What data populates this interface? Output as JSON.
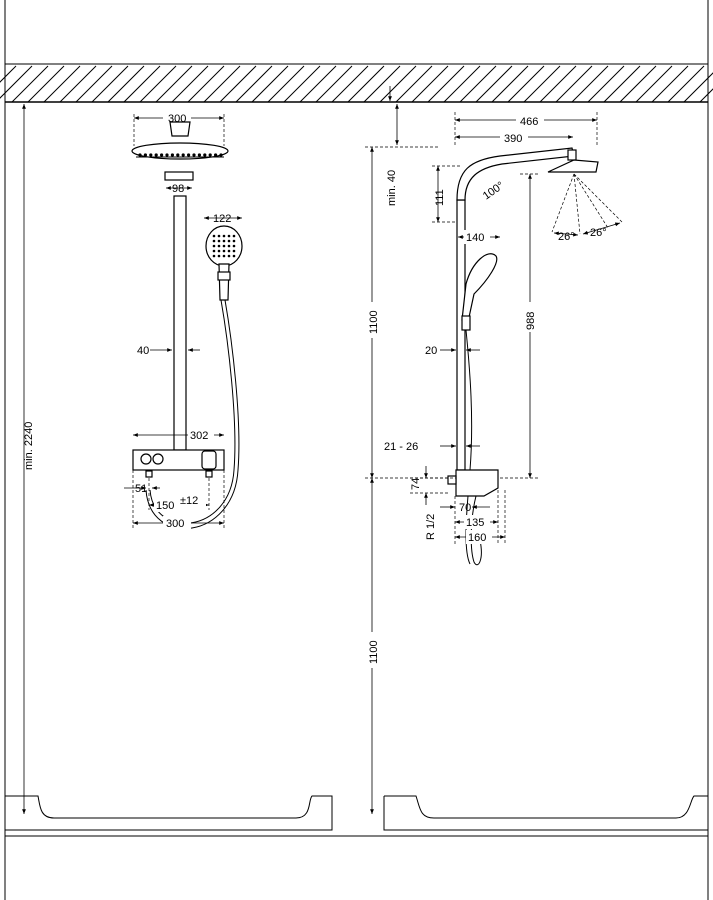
{
  "front_view": {
    "overhead_width": "300",
    "arm_width": "98",
    "handshower_width": "122",
    "pipe_offset": "40",
    "thermostat_width": "302",
    "inlet_offset": "51",
    "inlet_spacing": "150",
    "inlet_tolerance": "±12",
    "hose_span": "300",
    "total_height": "min. 2240"
  },
  "side_view": {
    "projection": "466",
    "arm_length": "390",
    "ceiling_gap": "min. 40",
    "arm_drop": "111",
    "arm_angle": "100°",
    "tilt_angle_1": "26°",
    "tilt_angle_2": "26°",
    "handshower_width": "140",
    "upper_height": "1100",
    "height_988": "988",
    "wall_offset": "20",
    "range_label": "21 - 26",
    "inlet_height": "74",
    "depth_70": "70",
    "thread": "R 1/2",
    "depth_135": "135",
    "depth_160": "160",
    "lower_height": "1100"
  }
}
